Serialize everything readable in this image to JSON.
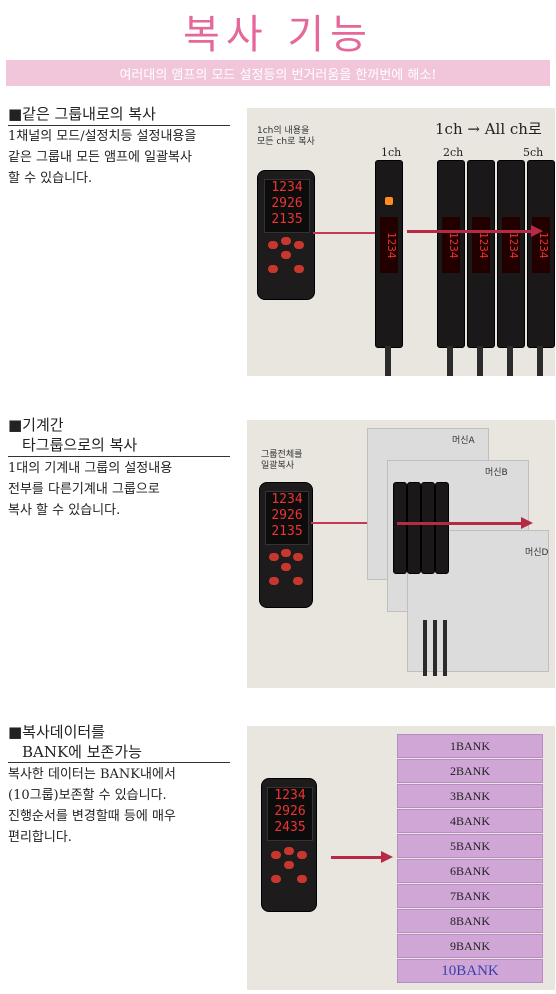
{
  "header": {
    "title": "복사 기능",
    "subtitle": "여러대의 앰프의 모드 설정등의 번거러움을 한꺼번에 해소!"
  },
  "sections": [
    {
      "title": "■같은 그룹내로의 복사",
      "body": [
        "1채널의 모드/설정치등 설정내용을",
        "같은 그룹내 모든 앰프에 일괄복사",
        "할 수 있습니다."
      ],
      "caption": [
        "1ch의 내용을",
        "모든 ch로 복사"
      ],
      "big_label": "1ch → All ch로",
      "channels": [
        "1ch",
        "2ch",
        "5ch"
      ],
      "amp_display": [
        "1234",
        "1234",
        "1234",
        "1234",
        "1234"
      ]
    },
    {
      "title": [
        "■기계간",
        "타그룹으로의 복사"
      ],
      "body": [
        "1대의 기계내 그룹의 설정내용",
        "전부를 다른기계내 그룹으로",
        "복사 할 수 있습니다."
      ],
      "caption": [
        "그룹전체를",
        "일괄복사"
      ],
      "machines": [
        "머신A",
        "머신B",
        "머신D"
      ]
    },
    {
      "title": [
        "■복사데이터를",
        "BANK에 보존가능"
      ],
      "body": [
        "복사한 데이터는 BANK내에서",
        "(10그룹)보존할 수 있습니다.",
        "진행순서를 변경할때 등에 매우",
        "편리합니다."
      ],
      "banks": [
        "1BANK",
        "2BANK",
        "3BANK",
        "4BANK",
        "5BANK",
        "6BANK",
        "7BANK",
        "8BANK",
        "9BANK",
        "10BANK"
      ]
    }
  ],
  "remote": {
    "lcd_top": "1234",
    "lcd_mid": "2926",
    "lcd_bot": "2135",
    "lcd_bot_alt": "2435"
  },
  "colors": {
    "title": "#e4699a",
    "subtitle_bar": "#f2c6da",
    "arrow": "#b52a45",
    "bank": "#cfa6d6",
    "bank_last_text": "#3a3fb0"
  }
}
